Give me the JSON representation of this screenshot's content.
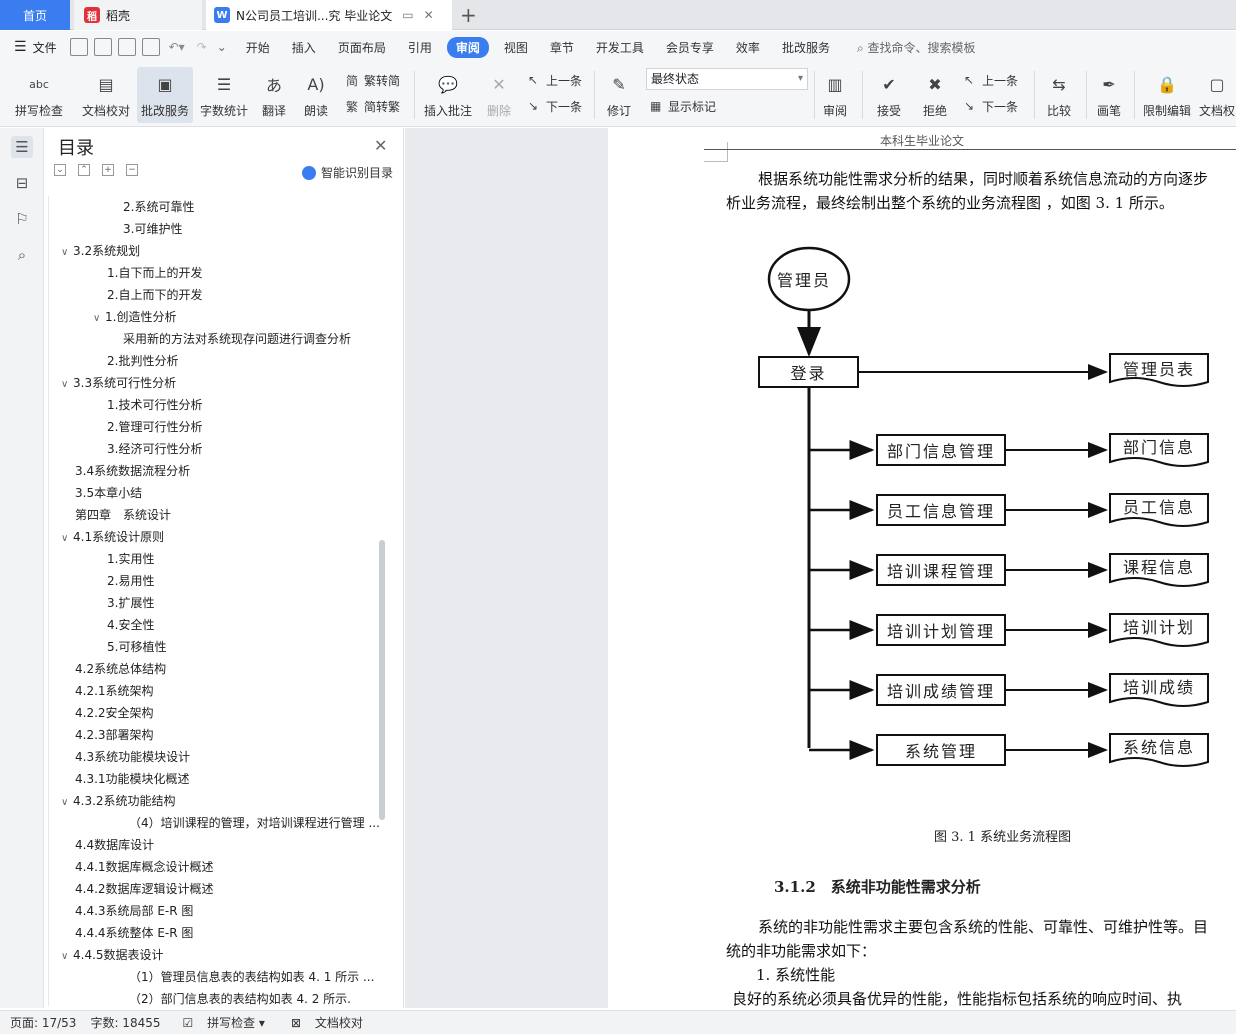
{
  "tabs": {
    "home": "首页",
    "daoke": "稻壳",
    "doc": "N公司员工培训...究 毕业论文"
  },
  "menu": {
    "file": "文件",
    "items": [
      "开始",
      "插入",
      "页面布局",
      "引用",
      "审阅",
      "视图",
      "章节",
      "开发工具",
      "会员专享",
      "效率",
      "批改服务"
    ],
    "active": "审阅",
    "search": "查找命令、搜索模板"
  },
  "ribbon": {
    "spell": "拼写检查",
    "proof": "文档校对",
    "grade": "批改服务",
    "wordcount": "字数统计",
    "translate": "翻译",
    "read": "朗读",
    "t2s": "繁转简",
    "s2t": "简转繁",
    "insert_comment": "插入批注",
    "delete": "删除",
    "prev1": "上一条",
    "next1": "下一条",
    "revise": "修订",
    "final_state": "最终状态",
    "show_marks": "显示标记",
    "review": "审阅",
    "accept": "接受",
    "reject": "拒绝",
    "prev2": "上一条",
    "next2": "下一条",
    "compare": "比较",
    "pen": "画笔",
    "restrict": "限制编辑",
    "docperm": "文档权"
  },
  "toc": {
    "title": "目录",
    "smart": "智能识别目录",
    "items": [
      {
        "text": "2.系统可靠性",
        "level": 3
      },
      {
        "text": "3.可维护性",
        "level": 3
      },
      {
        "text": "3.2系统规划",
        "level": 1,
        "caret": "∨"
      },
      {
        "text": "1.自下而上的开发",
        "level": 2
      },
      {
        "text": "2.自上而下的开发",
        "level": 2
      },
      {
        "text": "1.创造性分析",
        "level": 2,
        "caret": "∨"
      },
      {
        "text": "采用新的方法对系统现存问题进行调查分析",
        "level": 3
      },
      {
        "text": "2.批判性分析",
        "level": 2
      },
      {
        "text": "3.3系统可行性分析",
        "level": 1,
        "caret": "∨"
      },
      {
        "text": "1.技术可行性分析",
        "level": 2
      },
      {
        "text": "2.管理可行性分析",
        "level": 2
      },
      {
        "text": "3.经济可行性分析",
        "level": 2
      },
      {
        "text": "3.4系统数据流程分析",
        "level": 1
      },
      {
        "text": "3.5本章小结",
        "level": 1
      },
      {
        "text": "第四章　系统设计",
        "level": 1
      },
      {
        "text": "4.1系统设计原则",
        "level": 1,
        "caret": "∨"
      },
      {
        "text": "1.实用性",
        "level": 2
      },
      {
        "text": "2.易用性",
        "level": 2
      },
      {
        "text": "3.扩展性",
        "level": 2
      },
      {
        "text": "4.安全性",
        "level": 2
      },
      {
        "text": "5.可移植性",
        "level": 2
      },
      {
        "text": "4.2系统总体结构",
        "level": 1
      },
      {
        "text": "4.2.1系统架构",
        "level": 1
      },
      {
        "text": "4.2.2安全架构",
        "level": 1
      },
      {
        "text": "4.2.3部署架构",
        "level": 1
      },
      {
        "text": "4.3系统功能模块设计",
        "level": 1
      },
      {
        "text": "4.3.1功能模块化概述",
        "level": 1
      },
      {
        "text": "4.3.2系统功能结构",
        "level": 1,
        "caret": "∨"
      },
      {
        "text": "（4）培训课程的管理，对培训课程进行管理 ...",
        "level": 4
      },
      {
        "text": "4.4数据库设计",
        "level": 1
      },
      {
        "text": "4.4.1数据库概念设计概述",
        "level": 1
      },
      {
        "text": "4.4.2数据库逻辑设计概述",
        "level": 1
      },
      {
        "text": "4.4.3系统局部 E-R 图",
        "level": 1
      },
      {
        "text": "4.4.4系统整体 E-R 图",
        "level": 1
      },
      {
        "text": "4.4.5数据表设计",
        "level": 1,
        "caret": "∨"
      },
      {
        "text": "（1）管理员信息表的表结构如表 4. 1 所示 ...",
        "level": 4
      },
      {
        "text": "（2）部门信息表的表结构如表 4. 2 所示.",
        "level": 4
      }
    ]
  },
  "doc": {
    "header": "本科生毕业论文",
    "para1_l1": "根据系统功能性需求分析的结果，同时顺着系统信息流动的方向逐步",
    "para1_l2": "析业务流程，最终绘制出整个系统的业务流程图 ，如图 3. 1 所示。",
    "diagram": {
      "actor": "管理员",
      "login": "登录",
      "login_store": "管理员表",
      "modules": [
        {
          "name": "部门信息管理",
          "store": "部门信息"
        },
        {
          "name": "员工信息管理",
          "store": "员工信息"
        },
        {
          "name": "培训课程管理",
          "store": "课程信息"
        },
        {
          "name": "培训计划管理",
          "store": "培训计划"
        },
        {
          "name": "培训成绩管理",
          "store": "培训成绩"
        },
        {
          "name": "系统管理",
          "store": "系统信息"
        }
      ]
    },
    "caption": "图 3. 1  系统业务流程图",
    "section": "3.1.2　系统非功能性需求分析",
    "para2_l1": "系统的非功能性需求主要包含系统的性能、可靠性、可维护性等。目",
    "para2_l2": "统的非功能需求如下：",
    "list1": "1.  系统性能",
    "para3_l1": "良好的系统必须具备优异的性能，性能指标包括系统的响应时间、执"
  },
  "status": {
    "page": "页面: 17/53",
    "words": "字数: 18455",
    "spell": "拼写检查",
    "proof": "文档校对"
  }
}
